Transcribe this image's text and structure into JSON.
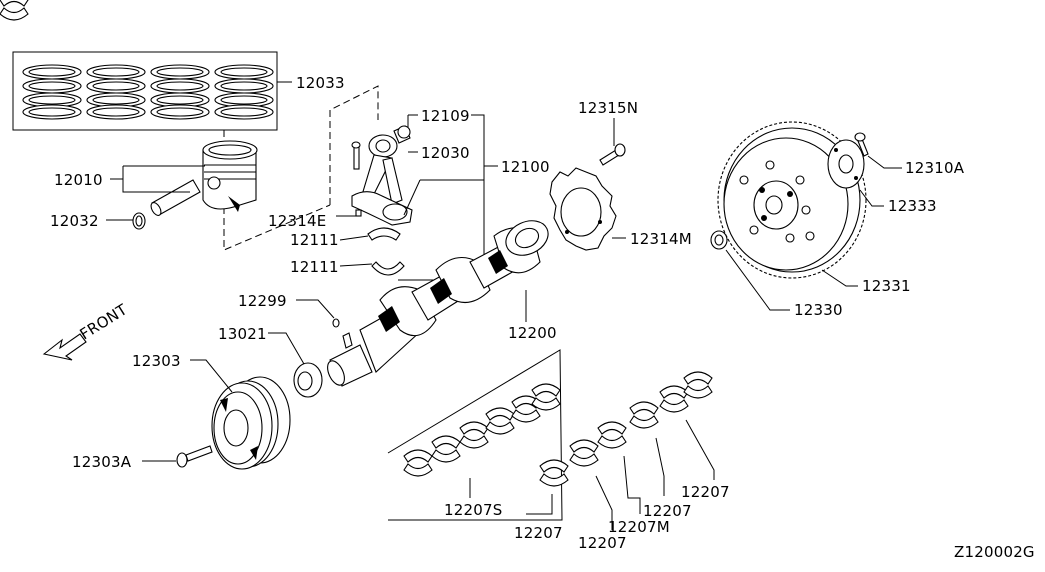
{
  "diagram_id": "Z120002G",
  "front_label": "FRONT",
  "labels": {
    "p12033": "12033",
    "p12010": "12010",
    "p12032": "12032",
    "p12109": "12109",
    "p12030": "12030",
    "p12100": "12100",
    "p12314E": "12314E",
    "p12111a": "12111",
    "p12111b": "12111",
    "p12315N": "12315N",
    "p12314M": "12314M",
    "p12310A": "12310A",
    "p12333": "12333",
    "p12331": "12331",
    "p12330": "12330",
    "p12299": "12299",
    "p13021": "13021",
    "p12200": "12200",
    "p12303": "12303",
    "p12303A": "12303A",
    "p12207S": "12207S",
    "p12207a": "12207",
    "p12207b": "12207",
    "p12207M": "12207M",
    "p12207c": "12207",
    "p12207d": "12207"
  }
}
